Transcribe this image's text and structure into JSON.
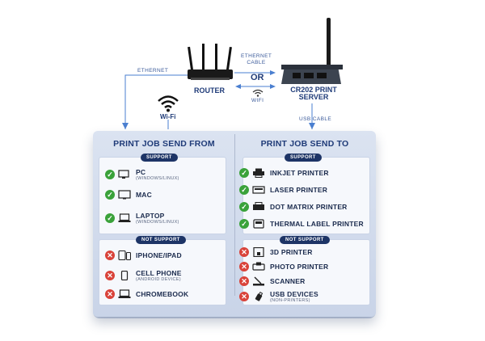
{
  "top": {
    "ethernet_label": "ETHERNET",
    "ethernet_cable_label": "ETHERNET CABLE",
    "or_label": "OR",
    "wifi_small_label": "WIFI",
    "router_label": "ROUTER",
    "wifi_label": "Wi-Fi",
    "server_label": "CR202 PRINT SERVER",
    "usb_cable_label": "USB CABLE"
  },
  "left": {
    "header": "PRINT JOB SEND FROM",
    "support_pill": "SUPPORT",
    "support_items": [
      {
        "label": "PC",
        "sub": "(WINDOWS/LINUX)",
        "icon": "desktop-icon"
      },
      {
        "label": "MAC",
        "sub": "",
        "icon": "monitor-icon"
      },
      {
        "label": "LAPTOP",
        "sub": "(WINDOWS/LINUX)",
        "icon": "laptop-icon"
      }
    ],
    "not_support_pill": "NOT SUPPORT",
    "not_support_items": [
      {
        "label": "IPHONE/IPAD",
        "sub": "",
        "icon": "tablet-icon"
      },
      {
        "label": "CELL PHONE",
        "sub": "(ANDROID DEVICE)",
        "icon": "phone-icon"
      },
      {
        "label": "CHROMEBOOK",
        "sub": "",
        "icon": "chromebook-icon"
      }
    ]
  },
  "right": {
    "header": "PRINT JOB SEND TO",
    "support_pill": "SUPPORT",
    "support_items": [
      {
        "label": "INKJET PRINTER",
        "icon": "inkjet-printer-icon"
      },
      {
        "label": "LASER PRINTER",
        "icon": "laser-printer-icon"
      },
      {
        "label": "DOT MATRIX PRINTER",
        "icon": "dot-matrix-printer-icon"
      },
      {
        "label": "THERMAL LABEL PRINTER",
        "icon": "label-printer-icon"
      }
    ],
    "not_support_pill": "NOT SUPPORT",
    "not_support_items": [
      {
        "label": "3D PRINTER",
        "sub": "",
        "icon": "3d-printer-icon"
      },
      {
        "label": "PHOTO PRINTER",
        "sub": "",
        "icon": "photo-printer-icon"
      },
      {
        "label": "SCANNER",
        "sub": "",
        "icon": "scanner-icon"
      },
      {
        "label": "USB DEVICES",
        "sub": "(NON-PRINTERS)",
        "icon": "usb-icon"
      }
    ]
  },
  "colors": {
    "check": "#3aa23a",
    "cross": "#d9433a",
    "navy": "#1d3466",
    "line": "#4a7fd0"
  }
}
